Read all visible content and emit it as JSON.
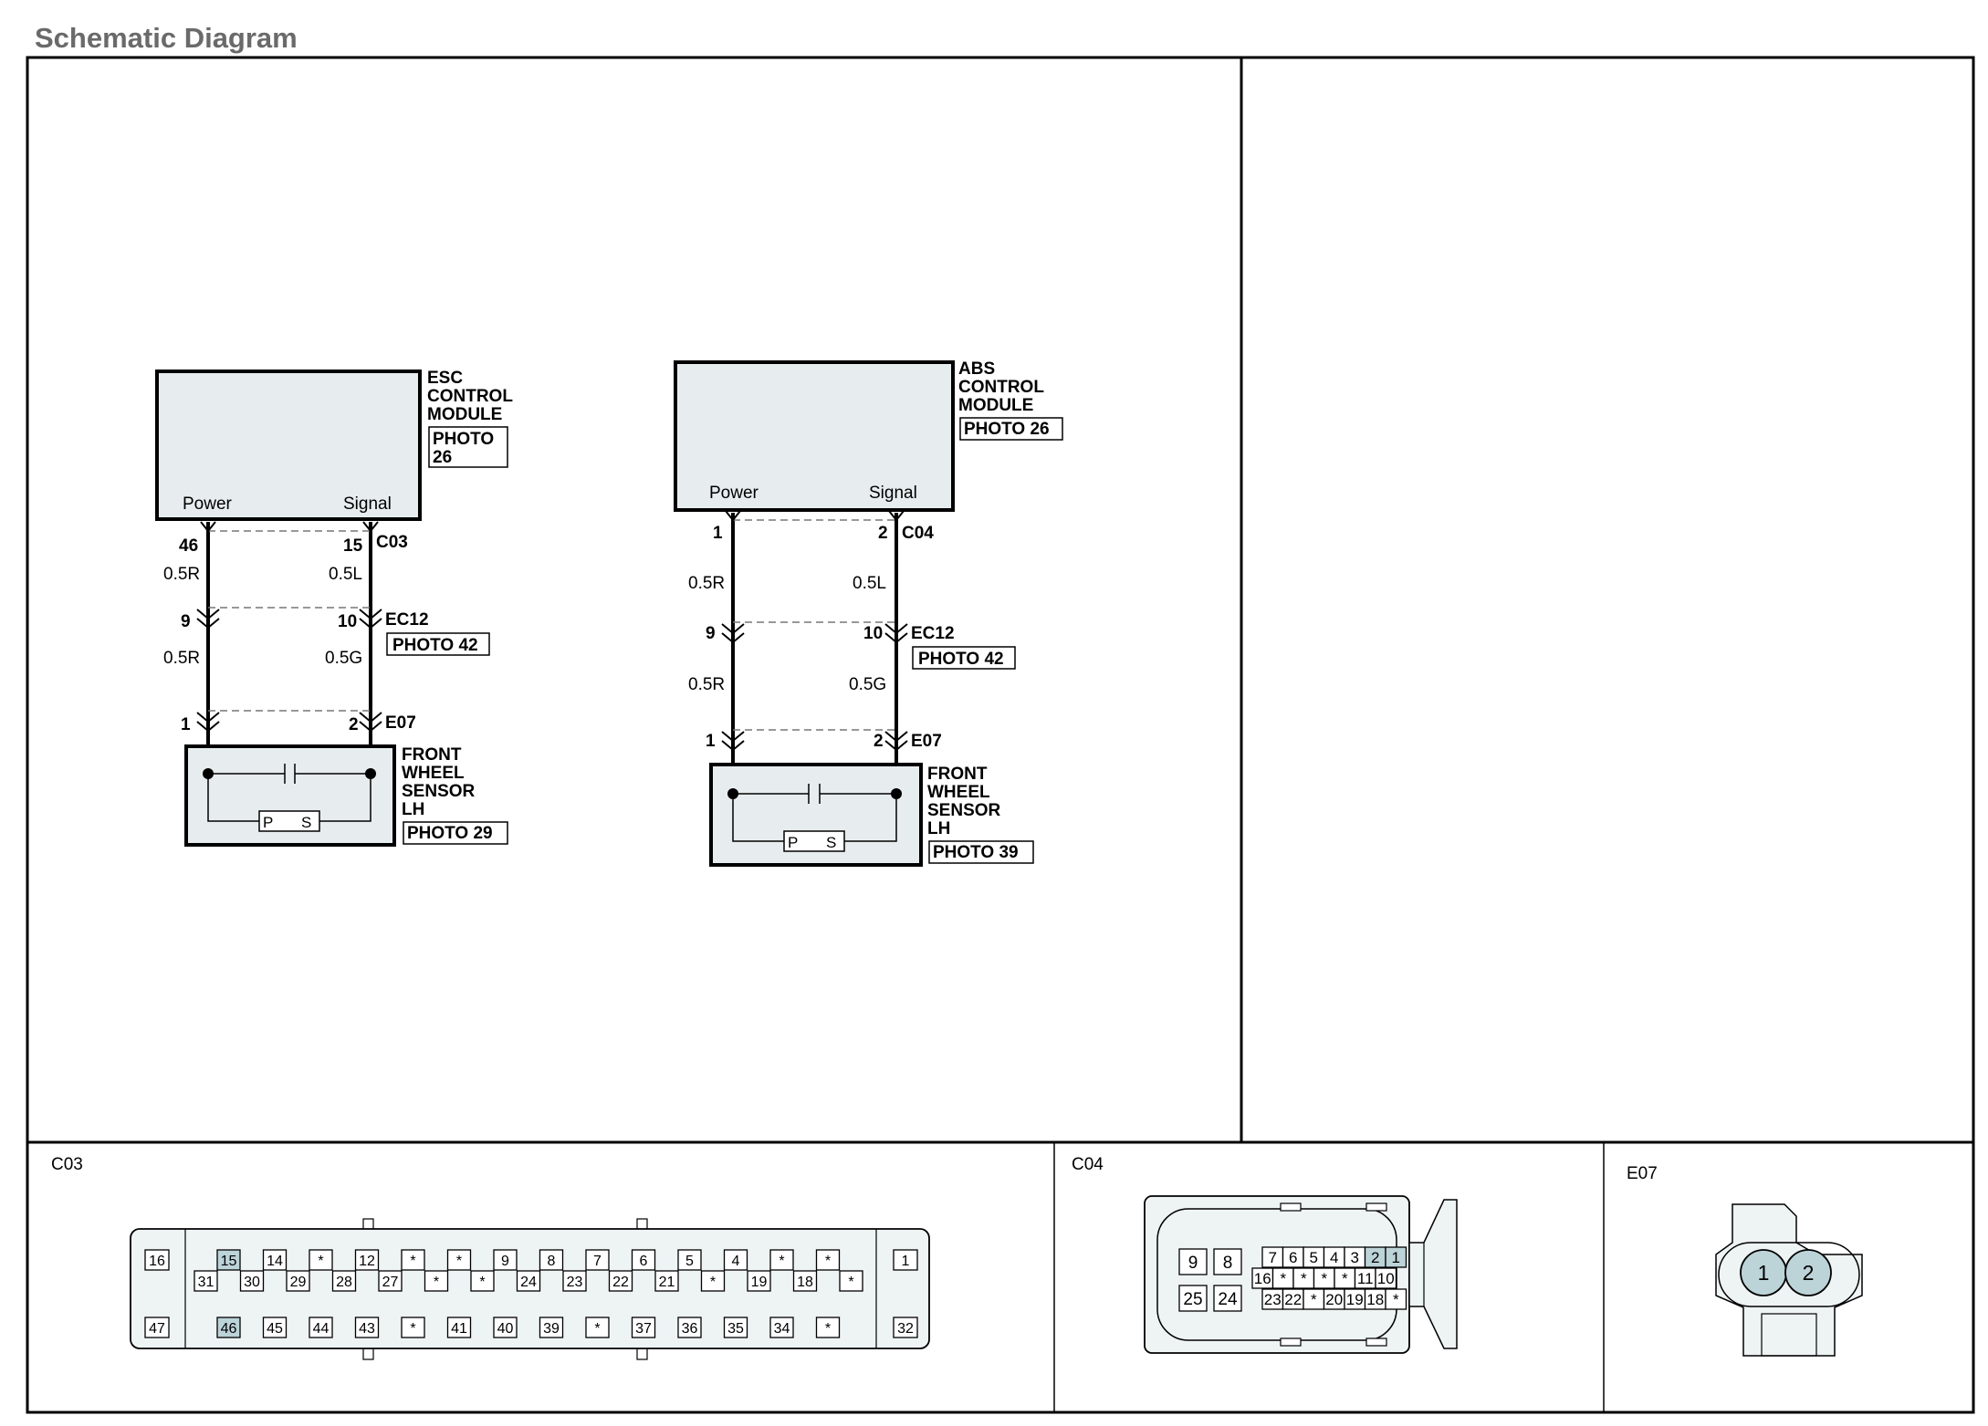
{
  "page_title": "Schematic Diagram",
  "colors": {
    "frame": "#000000",
    "component_fill": "#e7edee",
    "pin_highlight": "#bcd3d8",
    "connector_fill": "#eef3f4",
    "title_text": "#6a6a6a"
  },
  "esc": {
    "module": {
      "name_lines": [
        "ESC",
        "CONTROL",
        "MODULE"
      ],
      "photo_lines": [
        "PHOTO",
        "26"
      ],
      "power_label": "Power",
      "signal_label": "Signal"
    },
    "c03": {
      "connector": "C03",
      "power_pin": "46",
      "signal_pin": "15"
    },
    "wire1": {
      "power": "0.5R",
      "signal": "0.5L"
    },
    "ec12": {
      "connector": "EC12",
      "photo": "PHOTO 42",
      "power_pin": "9",
      "signal_pin": "10"
    },
    "wire2": {
      "power": "0.5R",
      "signal": "0.5G"
    },
    "e07": {
      "connector": "E07",
      "power_pin": "1",
      "signal_pin": "2"
    },
    "sensor": {
      "name_lines": [
        "FRONT",
        "WHEEL",
        "SENSOR",
        "LH"
      ],
      "photo": "PHOTO 29",
      "p_label": "P",
      "s_label": "S"
    }
  },
  "abs": {
    "module": {
      "name_lines": [
        "ABS",
        "CONTROL",
        "MODULE"
      ],
      "photo": "PHOTO 26",
      "power_label": "Power",
      "signal_label": "Signal"
    },
    "c04": {
      "connector": "C04",
      "power_pin": "1",
      "signal_pin": "2"
    },
    "wire1": {
      "power": "0.5R",
      "signal": "0.5L"
    },
    "ec12": {
      "connector": "EC12",
      "photo": "PHOTO 42",
      "power_pin": "9",
      "signal_pin": "10"
    },
    "wire2": {
      "power": "0.5R",
      "signal": "0.5G"
    },
    "e07": {
      "connector": "E07",
      "power_pin": "1",
      "signal_pin": "2"
    },
    "sensor": {
      "name_lines": [
        "FRONT",
        "WHEEL",
        "SENSOR",
        "LH"
      ],
      "photo": "PHOTO 39",
      "p_label": "P",
      "s_label": "S"
    }
  },
  "connector_views": {
    "c03": {
      "label": "C03",
      "left_top": "16",
      "left_bottom": "47",
      "right_top": "1",
      "right_bottom": "32",
      "row1": [
        "15",
        "14",
        "*",
        "12",
        "*",
        "*",
        "9",
        "8",
        "7",
        "6",
        "5",
        "4",
        "*",
        "*"
      ],
      "row2": [
        "31",
        "30",
        "29",
        "28",
        "27",
        "*",
        "*",
        "24",
        "23",
        "22",
        "21",
        "*",
        "19",
        "18",
        "*"
      ],
      "row3": [
        "46",
        "45",
        "44",
        "43",
        "*",
        "41",
        "40",
        "39",
        "*",
        "37",
        "36",
        "35",
        "34",
        "*"
      ],
      "highlighted": [
        "15",
        "46"
      ]
    },
    "c04": {
      "label": "C04",
      "big_top": [
        "9",
        "8"
      ],
      "big_bottom": [
        "25",
        "24"
      ],
      "row1": [
        "7",
        "6",
        "5",
        "4",
        "3",
        "2",
        "1"
      ],
      "row2": [
        "16",
        "*",
        "*",
        "*",
        "*",
        "11",
        "10"
      ],
      "row3": [
        "23",
        "22",
        "*",
        "20",
        "19",
        "18",
        "*"
      ],
      "highlighted": [
        "2",
        "1"
      ]
    },
    "e07": {
      "label": "E07",
      "pins": [
        "1",
        "2"
      ]
    }
  }
}
